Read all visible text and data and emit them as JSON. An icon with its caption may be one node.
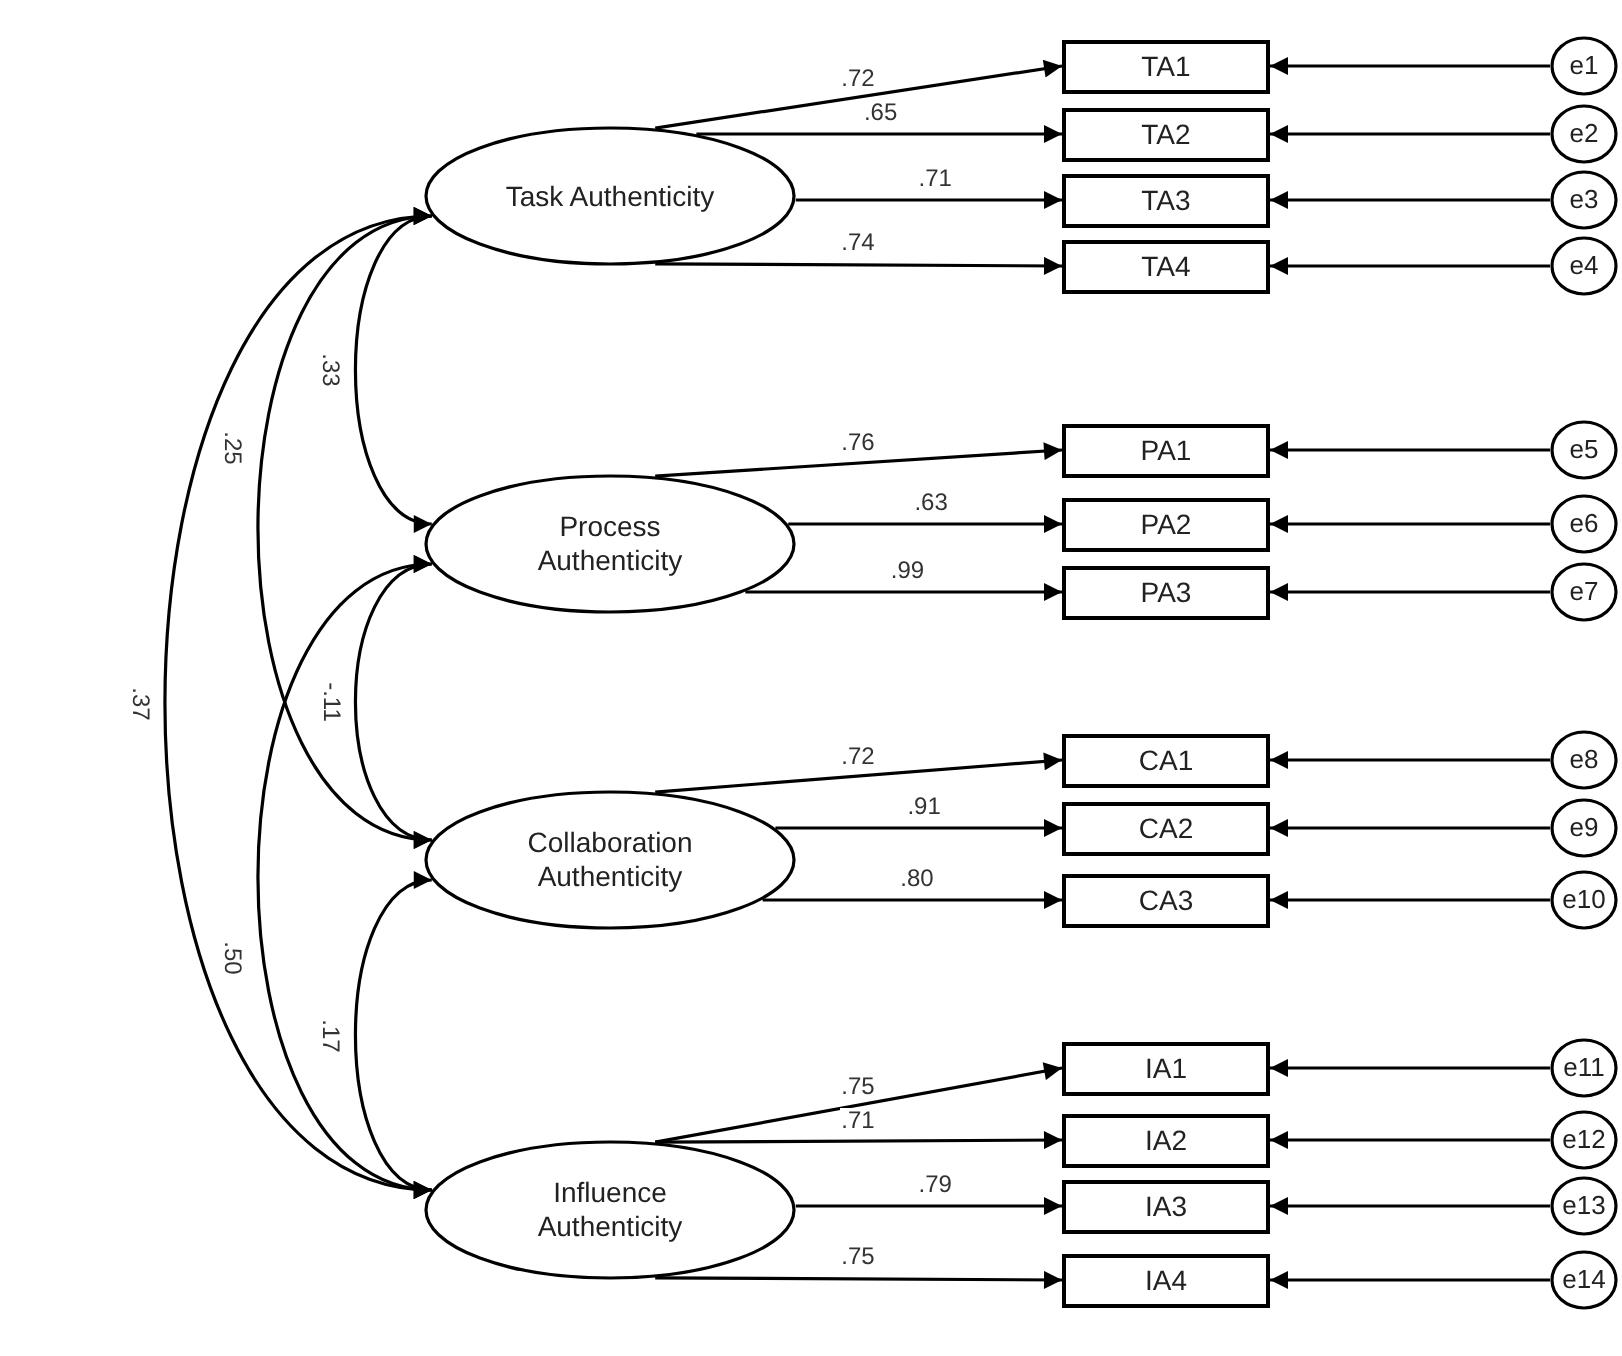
{
  "diagram": {
    "nodes": [
      {
        "text": [
          "Task Authenticity"
        ]
      },
      {
        "text": [
          "Process Authenticity"
        ]
      },
      {
        "text": [
          "Collaboration Authenticity"
        ]
      },
      {
        "text": [
          "Influence Authenticity"
        ]
      },
      {
        "text": [
          "TA1"
        ]
      },
      {
        "text": [
          "TA2"
        ]
      },
      {
        "text": [
          "TA3"
        ]
      },
      {
        "text": [
          "TA4"
        ]
      },
      {
        "text": [
          "PA1"
        ]
      },
      {
        "text": [
          "PA2"
        ]
      },
      {
        "text": [
          "PA3"
        ]
      },
      {
        "text": [
          "CA1"
        ]
      },
      {
        "text": [
          "CA2"
        ]
      },
      {
        "text": [
          "CA3"
        ]
      },
      {
        "text": [
          "IA1"
        ]
      },
      {
        "text": [
          "IA2"
        ]
      },
      {
        "text": [
          "IA3"
        ]
      },
      {
        "text": [
          "IA4"
        ]
      },
      {
        "text": [
          "e1"
        ]
      },
      {
        "text": [
          "e2"
        ]
      },
      {
        "text": [
          "e3"
        ]
      },
      {
        "text": [
          "e4"
        ]
      },
      {
        "text": [
          "e5"
        ]
      },
      {
        "text": [
          "e6"
        ]
      },
      {
        "text": [
          "e7"
        ]
      },
      {
        "text": [
          "e8"
        ]
      },
      {
        "text": [
          "e9"
        ]
      },
      {
        "text": [
          "e10"
        ]
      },
      {
        "text": [
          "e11"
        ]
      },
      {
        "text": [
          "e12"
        ]
      },
      {
        "text": [
          "e13"
        ]
      },
      {
        "text": [
          "e14"
        ]
      }
    ],
    "edges": [
      {
        "from": 0,
        "to": 4,
        "arrow": "to",
        "label": ".72"
      },
      {
        "from": 0,
        "to": 5,
        "arrow": "to",
        "label": ".65"
      },
      {
        "from": 0,
        "to": 6,
        "arrow": "to",
        "label": ".71"
      },
      {
        "from": 0,
        "to": 7,
        "arrow": "to",
        "label": ".74"
      },
      {
        "from": 1,
        "to": 8,
        "arrow": "to",
        "label": ".76"
      },
      {
        "from": 1,
        "to": 9,
        "arrow": "to",
        "label": ".63"
      },
      {
        "from": 1,
        "to": 10,
        "arrow": "to",
        "label": ".99"
      },
      {
        "from": 2,
        "to": 11,
        "arrow": "to",
        "label": ".72"
      },
      {
        "from": 2,
        "to": 12,
        "arrow": "to",
        "label": ".91"
      },
      {
        "from": 2,
        "to": 13,
        "arrow": "to",
        "label": ".80"
      },
      {
        "from": 3,
        "to": 14,
        "arrow": "to",
        "label": ".75"
      },
      {
        "from": 3,
        "to": 15,
        "arrow": "to",
        "label": ".71"
      },
      {
        "from": 3,
        "to": 16,
        "arrow": "to",
        "label": ".79"
      },
      {
        "from": 3,
        "to": 17,
        "arrow": "to",
        "label": ".75"
      },
      {
        "from": 18,
        "to": 4,
        "arrow": "to"
      },
      {
        "from": 19,
        "to": 5,
        "arrow": "to"
      },
      {
        "from": 20,
        "to": 6,
        "arrow": "to"
      },
      {
        "from": 21,
        "to": 7,
        "arrow": "to"
      },
      {
        "from": 22,
        "to": 8,
        "arrow": "to"
      },
      {
        "from": 23,
        "to": 9,
        "arrow": "to"
      },
      {
        "from": 24,
        "to": 10,
        "arrow": "to"
      },
      {
        "from": 25,
        "to": 11,
        "arrow": "to"
      },
      {
        "from": 26,
        "to": 12,
        "arrow": "to"
      },
      {
        "from": 27,
        "to": 13,
        "arrow": "to"
      },
      {
        "from": 28,
        "to": 14,
        "arrow": "to"
      },
      {
        "from": 29,
        "to": 15,
        "arrow": "to"
      },
      {
        "from": 30,
        "to": 16,
        "arrow": "to"
      },
      {
        "from": 31,
        "to": 17,
        "arrow": "to"
      },
      {
        "from": 0,
        "to": 1,
        "arrow": "both",
        "label": ".33"
      },
      {
        "from": 0,
        "to": 2,
        "arrow": "both",
        "label": ".25"
      },
      {
        "from": 0,
        "to": 3,
        "arrow": "both",
        "label": ".37"
      },
      {
        "from": 1,
        "to": 2,
        "arrow": "both",
        "label": "-.11"
      },
      {
        "from": 1,
        "to": 3,
        "arrow": "both",
        "label": ".50"
      },
      {
        "from": 2,
        "to": 3,
        "arrow": "both",
        "label": ".17"
      }
    ]
  }
}
